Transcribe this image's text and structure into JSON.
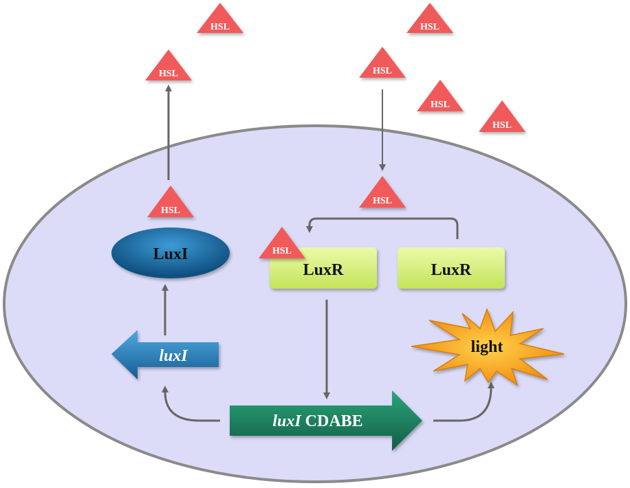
{
  "colors": {
    "cell_fill": "#dcdcf8",
    "cell_border": "#8a8a8a",
    "hsl_fill": "#f05a5a",
    "luxi_protein": "#1c6fa8",
    "luxr_fill": "#d6f07a",
    "luxi_gene": "#2a7fbf",
    "operon_fill": "#1e7e5e",
    "light_fill": "#f5a623",
    "arrow": "#666666"
  },
  "labels": {
    "hsl": "HSL",
    "luxi_protein": "LuxI",
    "luxr_bound": "LuxR",
    "luxr_free": "LuxR",
    "luxi_gene": "luxI",
    "operon_italic": "luxI",
    "operon_rest": " CDABE",
    "light": "light"
  },
  "icons": {
    "hsl": "triangle-icon",
    "light": "starburst-icon"
  }
}
